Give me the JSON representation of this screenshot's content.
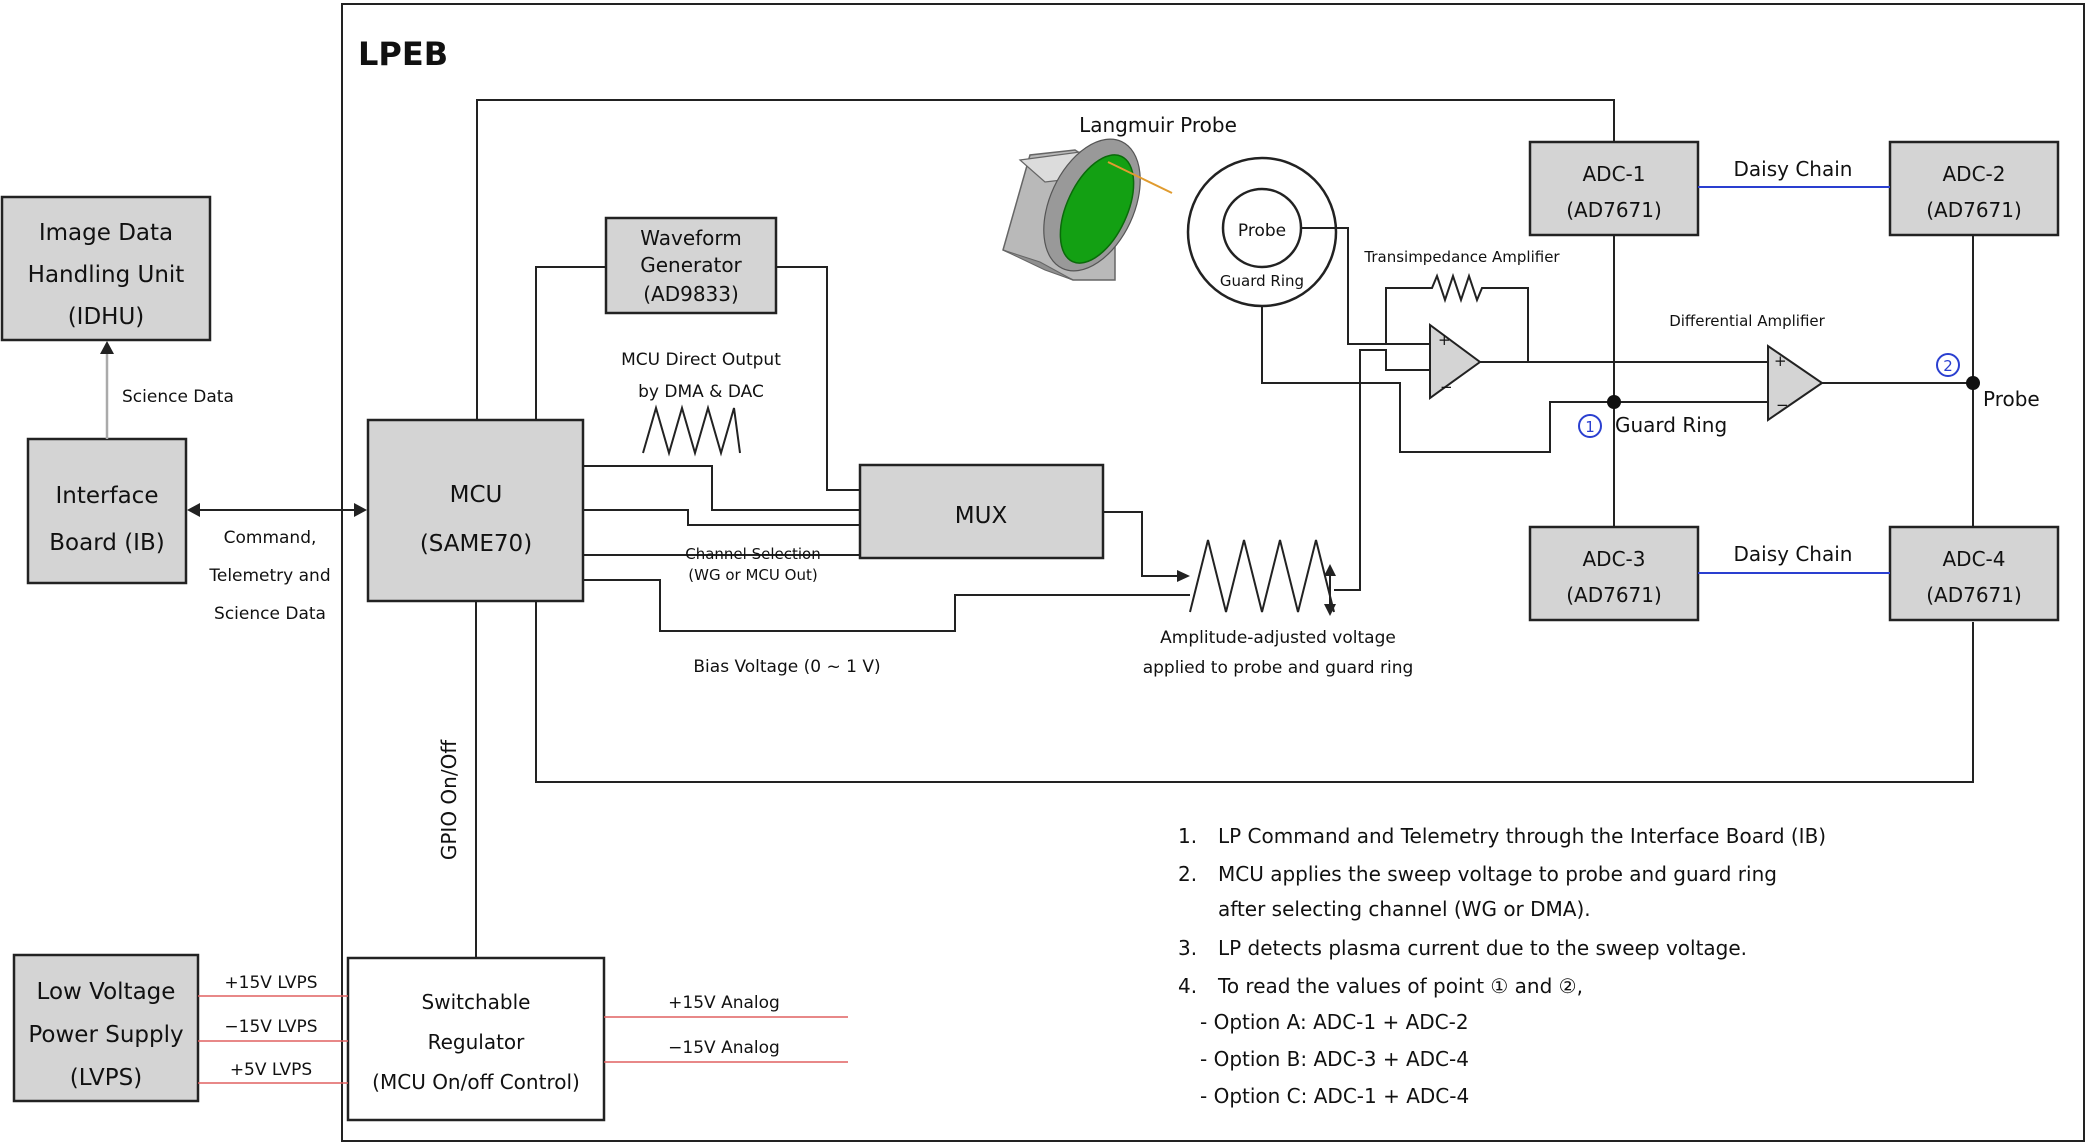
{
  "title": "LPEB",
  "blocks": {
    "idhu": [
      "Image Data",
      "Handling Unit",
      "(IDHU)"
    ],
    "ib": [
      "Interface",
      "Board (IB)"
    ],
    "lvps": [
      "Low Voltage",
      "Power Supply",
      "(LVPS)"
    ],
    "mcu": [
      "MCU",
      "(SAME70)"
    ],
    "waveform": [
      "Waveform",
      "Generator",
      "(AD9833)"
    ],
    "mux": "MUX",
    "regulator": [
      "Switchable",
      "Regulator",
      "(MCU On/off Control)"
    ],
    "adc1": [
      "ADC-1",
      "(AD7671)"
    ],
    "adc2": [
      "ADC-2",
      "(AD7671)"
    ],
    "adc3": [
      "ADC-3",
      "(AD7671)"
    ],
    "adc4": [
      "ADC-4",
      "(AD7671)"
    ],
    "probe_inner": "Probe",
    "guard_ring_inner": "Guard Ring"
  },
  "labels": {
    "science_data": "Science Data",
    "command": [
      "Command,",
      "Telemetry and",
      "Science Data"
    ],
    "gpio": "GPIO On/Off",
    "mcu_direct": [
      "MCU Direct Output",
      "by DMA & DAC"
    ],
    "channel_selection": [
      "Channel Selection",
      "(WG or MCU Out)"
    ],
    "bias_voltage": "Bias Voltage (0 ~ 1 V)",
    "amplitude": [
      "Amplitude-adjusted voltage",
      "applied to probe and guard ring"
    ],
    "langmuir": "Langmuir Probe",
    "transimpedance": "Transimpedance Amplifier",
    "differential": "Differential Amplifier",
    "daisy1": "Daisy Chain",
    "daisy2": "Daisy Chain",
    "guard_ring": "Guard Ring",
    "probe": "Probe",
    "point1": "1",
    "point2": "2",
    "lvps15p": "+15V LVPS",
    "lvps15n": "−15V LVPS",
    "lvps5": "+5V LVPS",
    "analog15p": "+15V Analog",
    "analog15n": "−15V Analog"
  },
  "notes": [
    {
      "num": "1.",
      "text": "LP Command and Telemetry through the Interface Board (IB)"
    },
    {
      "num": "2.",
      "text": "MCU applies the sweep voltage to probe and guard ring"
    },
    {
      "num": "",
      "text": "after selecting channel (WG or DMA)."
    },
    {
      "num": "3.",
      "text": "LP detects plasma current due to the sweep voltage."
    },
    {
      "num": "4.",
      "text": "To read the values of point ① and ②,"
    },
    {
      "num": "",
      "text": "- Option A: ADC-1 + ADC-2"
    },
    {
      "num": "",
      "text": "- Option B: ADC-3 + ADC-4"
    },
    {
      "num": "",
      "text": "- Option C: ADC-1 + ADC-4"
    }
  ],
  "colors": {
    "block_fill": "#d4d4d4",
    "daisy_line": "#2a3fd0",
    "power_line": "#e06060",
    "probe_green": "#13a013"
  }
}
